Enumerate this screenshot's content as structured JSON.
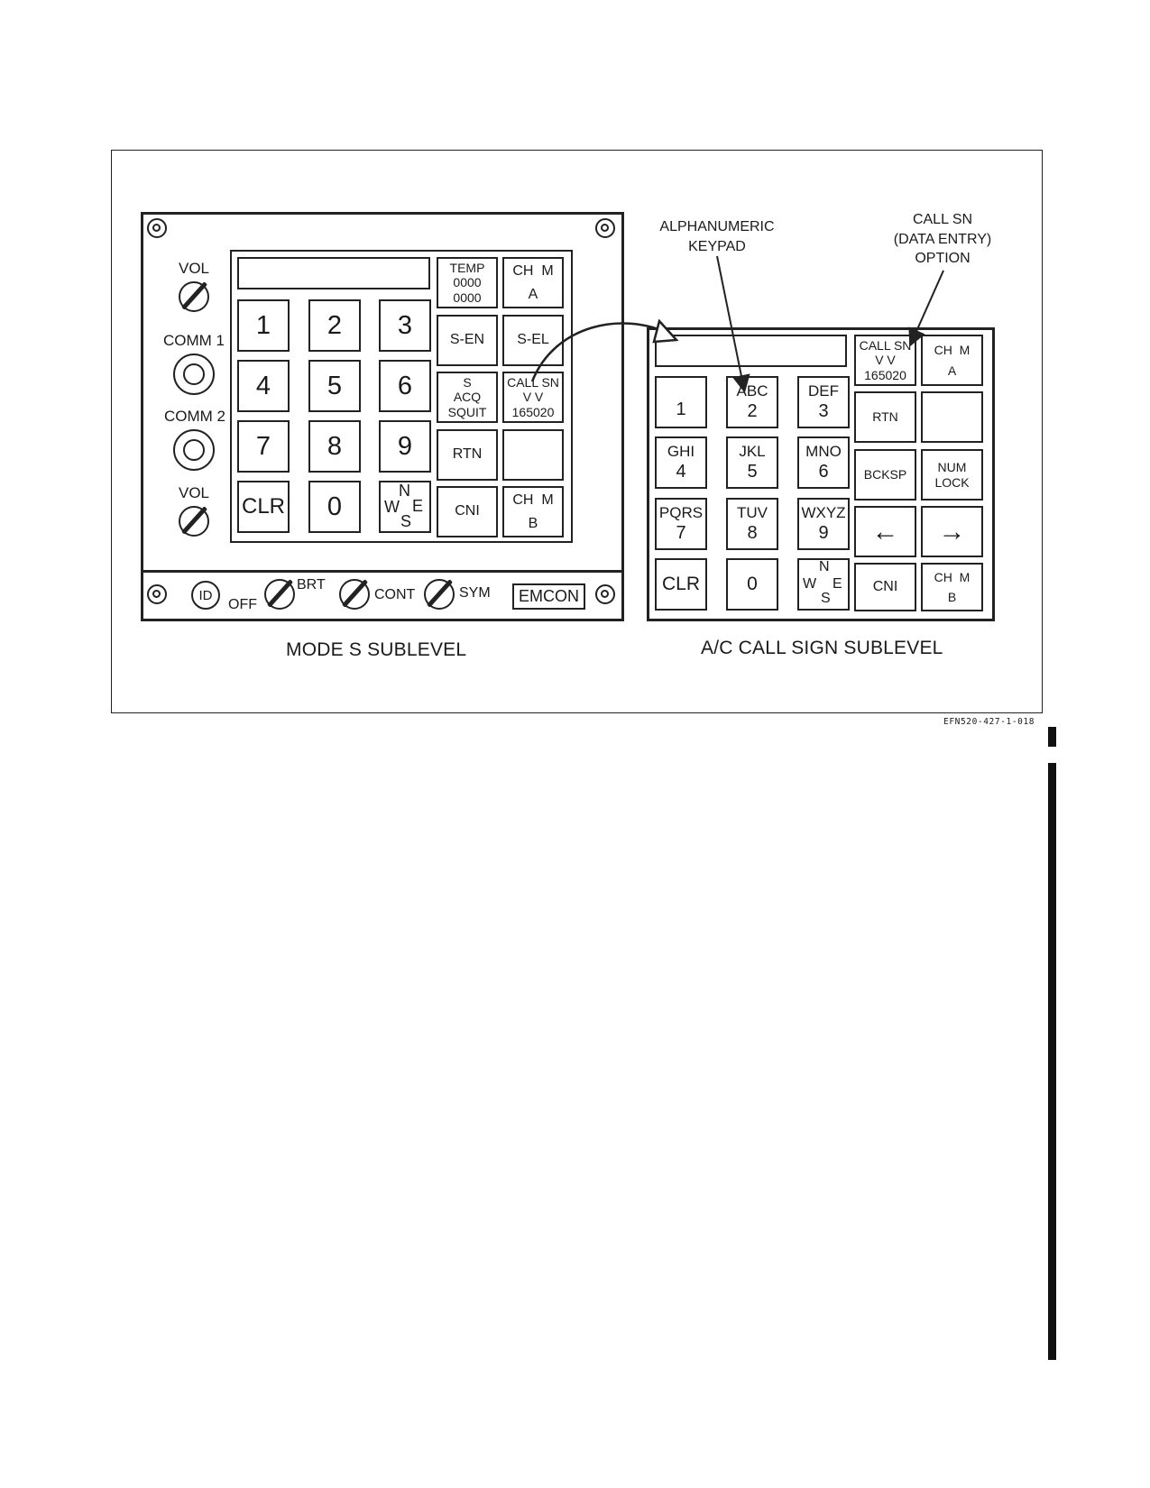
{
  "mode_s_panel": {
    "knob_labels": {
      "vol_top": "VOL",
      "comm1": "COMM 1",
      "comm2": "COMM 2",
      "vol_bottom": "VOL"
    },
    "digits": [
      "1",
      "2",
      "3",
      "4",
      "5",
      "6",
      "7",
      "8",
      "9",
      "CLR",
      "0"
    ],
    "compass": {
      "n": "N",
      "w": "W",
      "e": "E",
      "s": "S"
    },
    "side_keys": {
      "temp": [
        "TEMP",
        "0000",
        "0000"
      ],
      "cha": [
        "CH  M",
        "A"
      ],
      "s_en": "S-EN",
      "s_el": "S-EL",
      "s_acq": [
        "S",
        "ACQ",
        "SQUIT"
      ],
      "call_sn": [
        "CALL SN",
        "V V",
        "165020"
      ],
      "rtn": "RTN",
      "cni": "CNI",
      "chb": [
        "CH  M",
        "B"
      ]
    },
    "bottom": {
      "id": "ID",
      "off": "OFF",
      "brt": "BRT",
      "cont": "CONT",
      "sym": "SYM",
      "emcon": "EMCON"
    },
    "caption": "MODE S SUBLEVEL"
  },
  "callsign_panel": {
    "keys": [
      {
        "alpha": "",
        "num": "1"
      },
      {
        "alpha": "ABC",
        "num": "2"
      },
      {
        "alpha": "DEF",
        "num": "3"
      },
      {
        "alpha": "GHI",
        "num": "4"
      },
      {
        "alpha": "JKL",
        "num": "5"
      },
      {
        "alpha": "MNO",
        "num": "6"
      },
      {
        "alpha": "PQRS",
        "num": "7"
      },
      {
        "alpha": "TUV",
        "num": "8"
      },
      {
        "alpha": "WXYZ",
        "num": "9"
      },
      {
        "alpha": "",
        "num": "CLR"
      },
      {
        "alpha": "",
        "num": "0"
      }
    ],
    "compass": {
      "n": "N",
      "w": "W",
      "e": "E",
      "s": "S"
    },
    "side_keys": {
      "call_sn": [
        "CALL SN",
        "V V",
        "165020"
      ],
      "cha": [
        "CH  M",
        "A"
      ],
      "rtn": "RTN",
      "bcksp": "BCKSP",
      "numlock": [
        "NUM",
        "LOCK"
      ],
      "left_arrow": "←",
      "right_arrow": "→",
      "cni": "CNI",
      "chb": [
        "CH  M",
        "B"
      ]
    },
    "caption": "A/C CALL SIGN SUBLEVEL"
  },
  "callouts": {
    "alphanumeric": [
      "ALPHANUMERIC",
      "KEYPAD"
    ],
    "callsn": [
      "CALL SN",
      "(DATA ENTRY)",
      "OPTION"
    ]
  },
  "figure_ref": "EFN520-427-1-018"
}
